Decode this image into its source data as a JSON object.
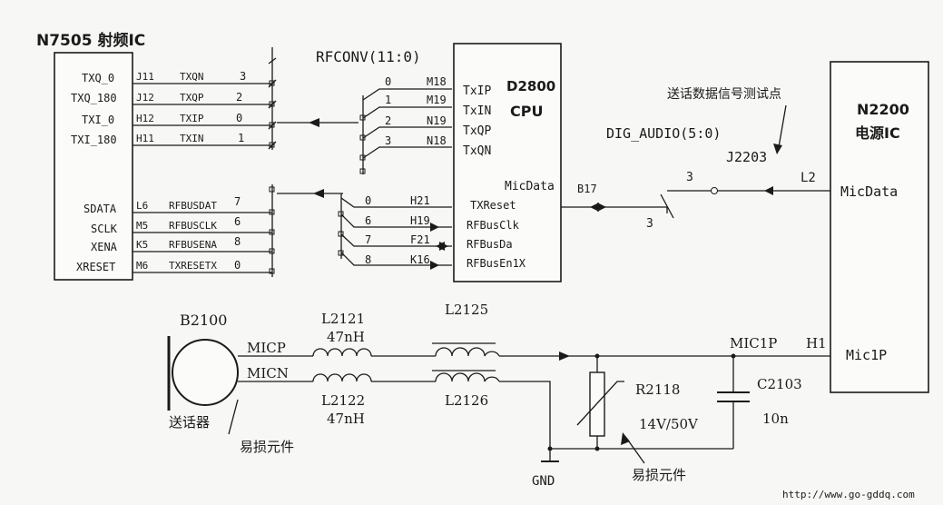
{
  "n7505": {
    "title": "N7505 射频IC",
    "pins": [
      "TXQ_0",
      "TXQ_180",
      "TXI_0",
      "TXI_180",
      "SDATA",
      "SCLK",
      "XENA",
      "XRESET"
    ],
    "pin_nums": [
      "J11",
      "J12",
      "H12",
      "H11",
      "L6",
      "M5",
      "K5",
      "M6"
    ],
    "signals": [
      "TXQN",
      "TXQP",
      "TXIP",
      "TXIN",
      "RFBUSDAT",
      "RFBUSCLK",
      "RFBUSENA",
      "TXRESETX"
    ],
    "bits": [
      "3",
      "2",
      "0",
      "1",
      "7",
      "6",
      "8",
      "0"
    ]
  },
  "rfconv_label": "RFCONV(11:0)",
  "d2800": {
    "id": "D2800",
    "sub": "CPU",
    "pins": [
      "TxIP",
      "TxIN",
      "TxQP",
      "TxQN",
      "MicData",
      "TXReset",
      "RFBusClk",
      "RFBusDa",
      "RFBusEn1X"
    ],
    "bus_bits": [
      "0",
      "1",
      "2",
      "3",
      "0",
      "6",
      "7",
      "8"
    ],
    "pin_nums": [
      "M18",
      "M19",
      "N19",
      "N18",
      "H21",
      "H19",
      "F21",
      "K16"
    ]
  },
  "b17": "B17",
  "test_point_label": "送话数据信号测试点",
  "dig_audio": "DIG_AUDIO(5:0)",
  "j2203": "J2203",
  "audio_bit_a": "3",
  "audio_bit_b": "3",
  "l2": "L2",
  "n2200": {
    "id": "N2200",
    "sub": "电源IC",
    "pin_mic": "MicData",
    "pin_mic1p": "Mic1P"
  },
  "b2100": "B2100",
  "micp": "MICP",
  "micn": "MICN",
  "l2121": {
    "id": "L2121",
    "value": "47nH"
  },
  "l2122": {
    "id": "L2122",
    "value": "47nH"
  },
  "l2125": "L2125",
  "l2126": "L2126",
  "mic1p": "MIC1P",
  "h1": "H1",
  "r2118": {
    "id": "R2118",
    "value": "14V/50V"
  },
  "c2103": {
    "id": "C2103",
    "value": "10n"
  },
  "mic_label": "送话器",
  "fragile_1": "易损元件",
  "fragile_2": "易损元件",
  "gnd": "GND",
  "url": "http://www.go-gddq.com"
}
